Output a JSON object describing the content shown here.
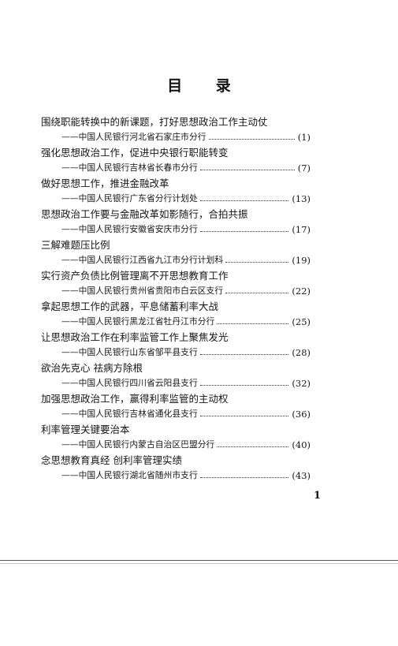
{
  "title": "目 录",
  "entries": [
    {
      "title": "围绕职能转换中的新课题，打好思想政治工作主动仗",
      "org": "——中国人民银行河北省石家庄市分行",
      "page": "(1)"
    },
    {
      "title": "强化思想政治工作，促进中央银行职能转变",
      "org": "——中国人民银行吉林省长春市分行",
      "page": "(7)"
    },
    {
      "title": "做好思想工作，推进金融改革",
      "org": "——中国人民银行广东省分行计划处",
      "page": "(13)"
    },
    {
      "title": "思想政治工作要与金融改革如影随行，合拍共振",
      "org": "——中国人民银行安徽省安庆市分行",
      "page": "(17)"
    },
    {
      "title": "三解难题压比例",
      "org": "——中国人民银行江西省九江市分行计划科",
      "page": "(19)"
    },
    {
      "title": "实行资产负债比例管理离不开思想教育工作",
      "org": "——中国人民银行贵州省贵阳市白云区支行",
      "page": "(22)"
    },
    {
      "title": "拿起思想工作的武器，平息储蓄利率大战",
      "org": "——中国人民银行黑龙江省牡丹江市分行",
      "page": "(25)"
    },
    {
      "title": "让思想政治工作在利率监管工作上聚焦发光",
      "org": "——中国人民银行山东省邹平县支行",
      "page": "(28)"
    },
    {
      "title": "欲治先克心 祛病方除根",
      "org": "——中国人民银行四川省云阳县支行",
      "page": "(32)"
    },
    {
      "title": "加强思想政治工作，赢得利率监管的主动权",
      "org": "——中国人民银行吉林省通化县支行",
      "page": "(36)"
    },
    {
      "title": "利率管理关键要治本",
      "org": "——中国人民银行内蒙古自治区巴盟分行",
      "page": "(40)"
    },
    {
      "title": "念思想教育真经 创利率管理实绩",
      "org": "——中国人民银行湖北省随州市支行",
      "page": "(43)"
    }
  ],
  "page_number": "1"
}
